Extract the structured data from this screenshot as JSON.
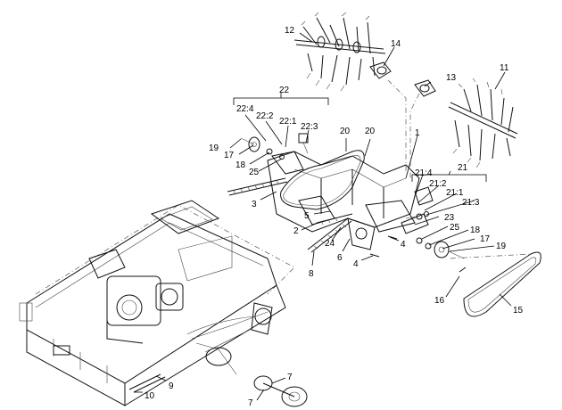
{
  "callouts": {
    "c1": "1",
    "c2": "2",
    "c3": "3",
    "c4a": "4",
    "c4b": "4",
    "c5": "5",
    "c6": "6",
    "c7a": "7",
    "c7b": "7",
    "c8": "8",
    "c9": "9",
    "c10": "10",
    "c11": "11",
    "c12": "12",
    "c13": "13",
    "c14": "14",
    "c15": "15",
    "c16": "16",
    "c17a": "17",
    "c17b": "17",
    "c18a": "18",
    "c18b": "18",
    "c19a": "19",
    "c19b": "19",
    "c20a": "20",
    "c20b": "20",
    "c21": "21",
    "c21_1": "21:1",
    "c21_2": "21:2",
    "c21_3": "21:3",
    "c21_4": "21:4",
    "c22": "22",
    "c22_1": "22:1",
    "c22_2": "22:2",
    "c22_3": "22:3",
    "c22_4": "22:4",
    "c23": "23",
    "c24": "24",
    "c25a": "25",
    "c25b": "25"
  },
  "icons": [
    "tine-rotor-assembly",
    "chain",
    "sprocket",
    "shaft",
    "mounting-frame",
    "bearing"
  ]
}
